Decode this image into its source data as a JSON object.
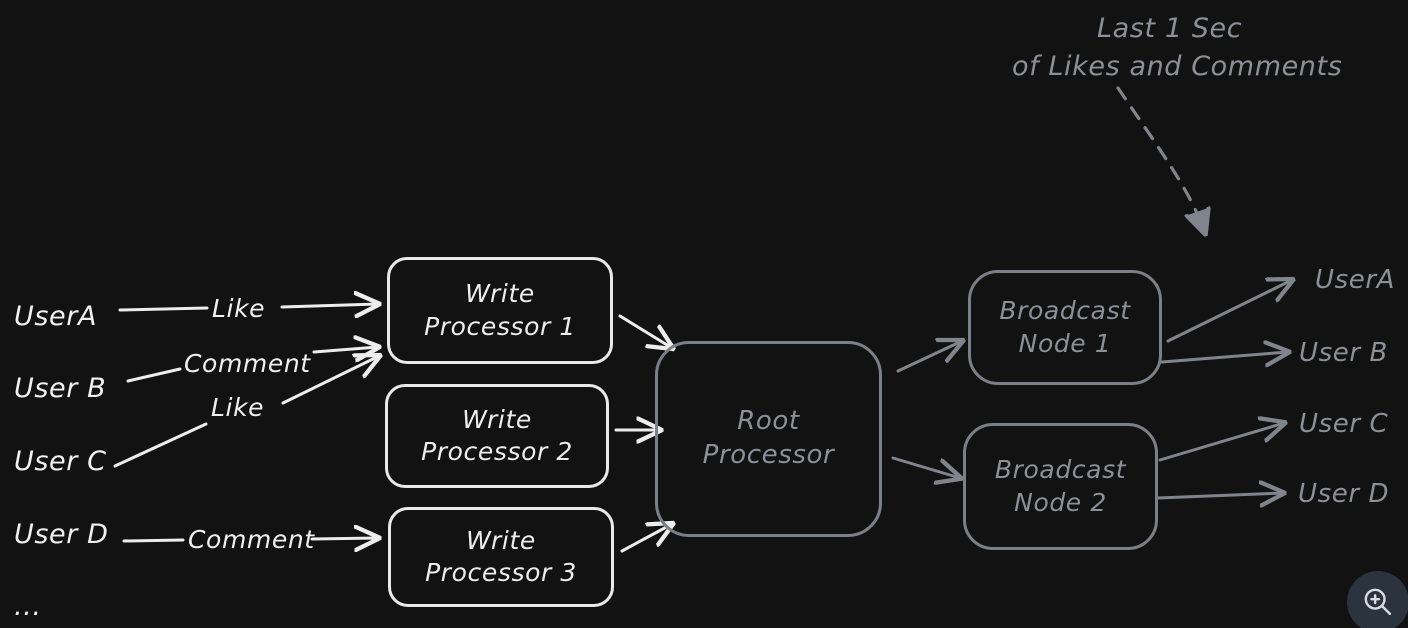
{
  "diagram": {
    "background_color": "#121212",
    "accent_white": "#ededed",
    "accent_gray": "#8b9099",
    "annotation": {
      "line1": "Last 1 Sec",
      "line2": "of Likes and Comments"
    },
    "ellipsis": "...",
    "left_users": [
      {
        "name": "UserA",
        "action": "Like"
      },
      {
        "name": "User B",
        "action": "Comment"
      },
      {
        "name": "User C",
        "action": "Like"
      },
      {
        "name": "User D",
        "action": "Comment"
      }
    ],
    "write_processors": [
      {
        "line1": "Write",
        "line2": "Processor 1"
      },
      {
        "line1": "Write",
        "line2": "Processor 2"
      },
      {
        "line1": "Write",
        "line2": "Processor 3"
      }
    ],
    "root_processor": {
      "line1": "Root",
      "line2": "Processor"
    },
    "broadcast_nodes": [
      {
        "line1": "Broadcast",
        "line2": "Node 1"
      },
      {
        "line1": "Broadcast",
        "line2": "Node 2"
      }
    ],
    "right_users": [
      "UserA",
      "User B",
      "User C",
      "User D"
    ]
  },
  "controls": {
    "zoom_in_icon": "zoom-in-icon"
  }
}
